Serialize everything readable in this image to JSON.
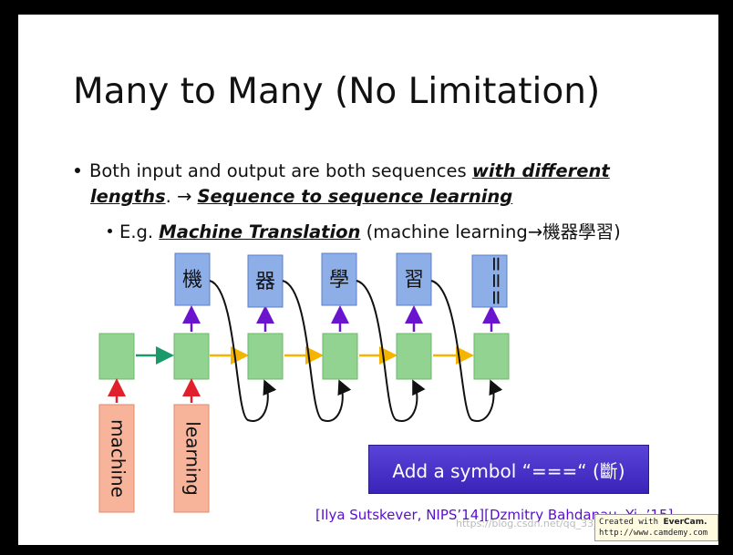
{
  "slide": {
    "title": "Many to Many (No Limitation)",
    "bullet1_a": "Both input and output are both sequences ",
    "bullet1_b": "with different",
    "bullet1_c": "lengths",
    "bullet1_d": ". → ",
    "bullet1_e": "Sequence to sequence learning",
    "bullet2_a": "E.g. ",
    "bullet2_b": "Machine Translation",
    "bullet2_c": " (machine learning→機器學習)"
  },
  "diagram": {
    "inputs": [
      "machine",
      "learning"
    ],
    "outputs": [
      "機",
      "器",
      "學",
      "習",
      "==="
    ]
  },
  "button": {
    "label": "Add a symbol “===“ (斷)"
  },
  "citation": "[Ilya Sutskever, NIPS’14][Dzmitry Bahdanau, Yi, ’15]",
  "watermark": "https://blog.csdn.net/qq_33_my28",
  "evercam": {
    "line1a": "Created with ",
    "line1b": "EverCam.",
    "line2": "http://www.camdemy.com"
  },
  "colors": {
    "cell": "#92d391",
    "output": "#8eaee8",
    "input": "#f8b49a",
    "purple": "#5a0ecc"
  }
}
